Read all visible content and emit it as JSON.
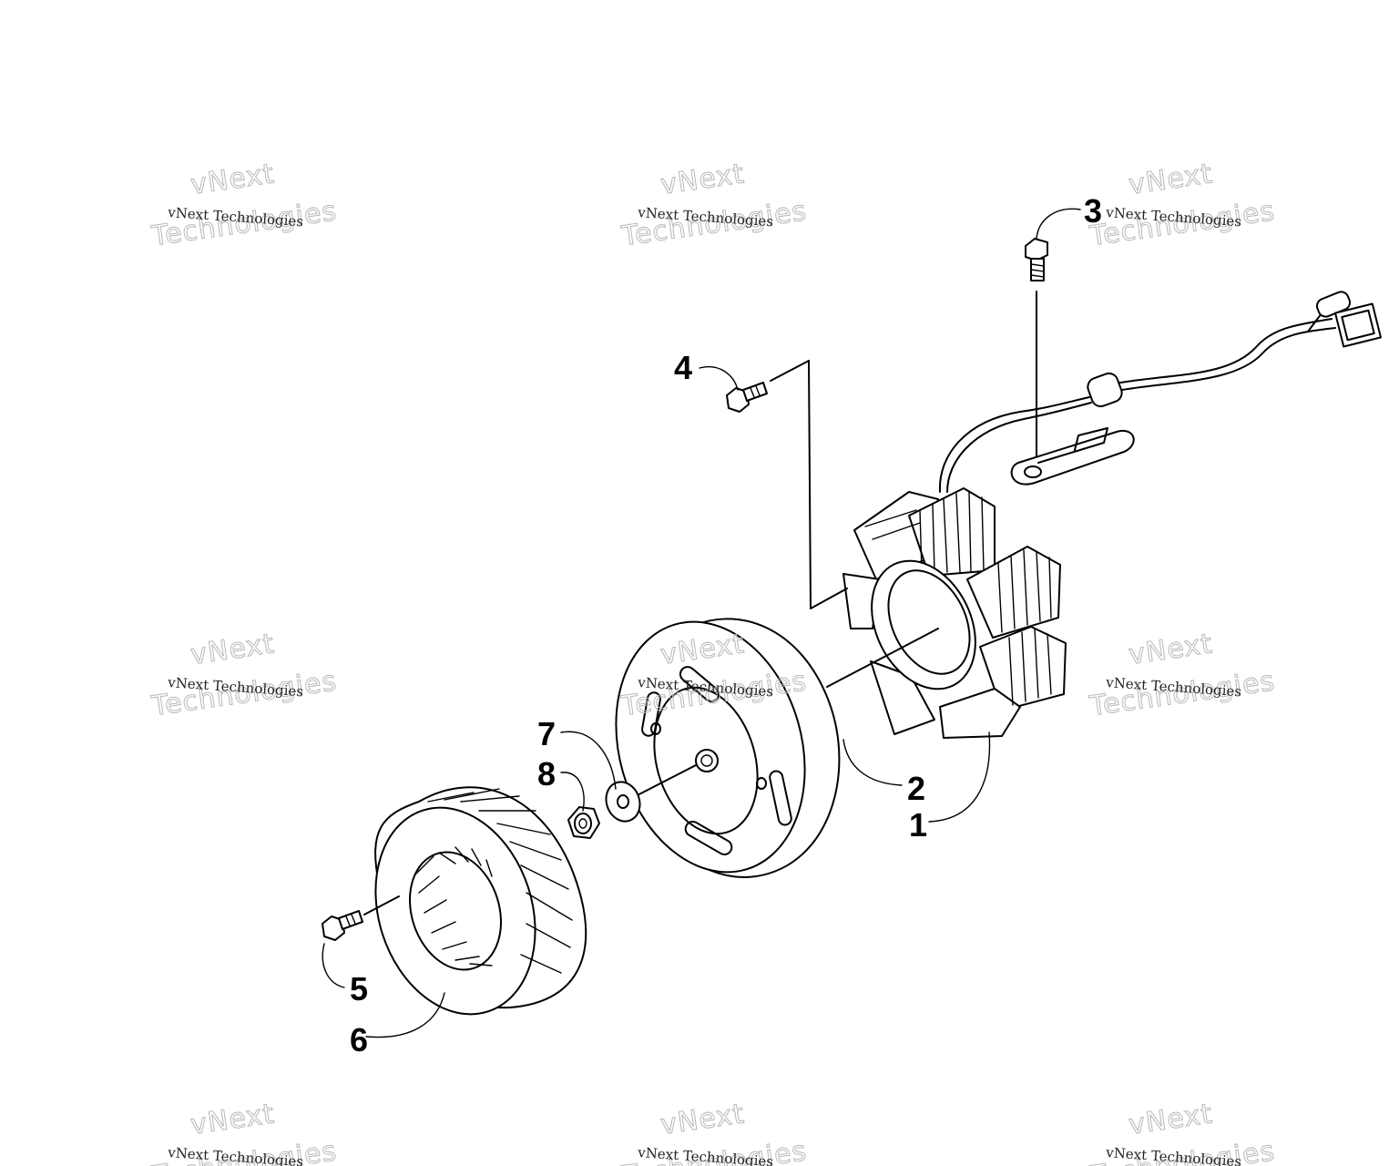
{
  "diagram": {
    "callouts": [
      {
        "id": "1",
        "label": "1"
      },
      {
        "id": "2",
        "label": "2"
      },
      {
        "id": "3",
        "label": "3"
      },
      {
        "id": "4",
        "label": "4"
      },
      {
        "id": "5",
        "label": "5"
      },
      {
        "id": "6",
        "label": "6"
      },
      {
        "id": "7",
        "label": "7"
      },
      {
        "id": "8",
        "label": "8"
      }
    ],
    "watermark": {
      "small_text": "vNext Technologies",
      "big_line1": "vNext",
      "big_line2": "Technologies"
    }
  }
}
